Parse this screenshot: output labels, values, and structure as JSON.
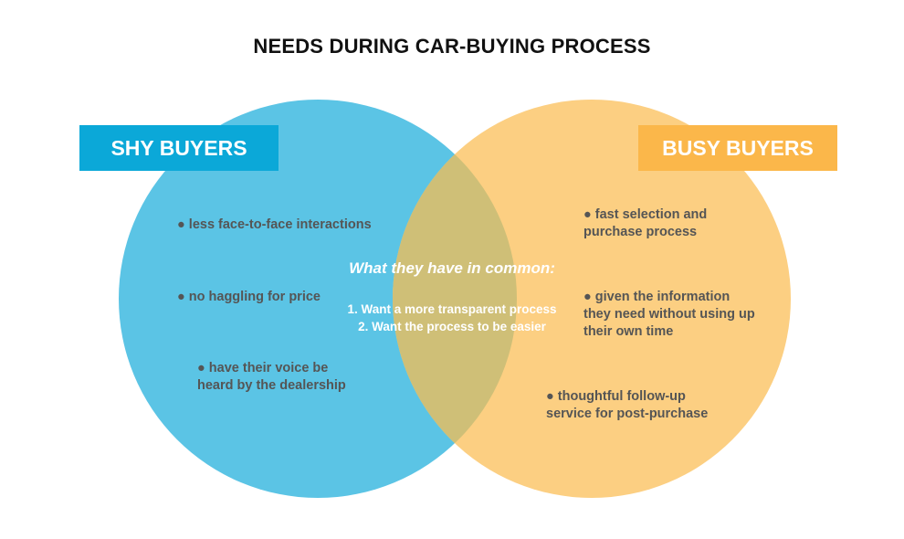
{
  "title": "NEEDS DURING CAR-BUYING PROCESS",
  "colors": {
    "left_circle": "#5bc4e5",
    "right_circle": "#fccf82",
    "overlap": "#cfbf77",
    "left_label_bg": "#0ba8d8",
    "right_label_bg": "#fbb74a",
    "item_text": "#555555"
  },
  "left": {
    "label": "SHY BUYERS",
    "items": [
      "● less face-to-face interactions",
      "● no haggling for price",
      "● have their voice be",
      "heard by the dealership"
    ]
  },
  "right": {
    "label": "BUSY BUYERS",
    "items": [
      "● fast selection and",
      "purchase process",
      "● given the information",
      "they need without using up",
      "their own time",
      "● thoughtful follow-up",
      "service for post-purchase"
    ]
  },
  "common": {
    "title": "What they have in common:",
    "items": [
      "1. Want a more transparent process",
      "2. Want the process to be easier"
    ]
  }
}
